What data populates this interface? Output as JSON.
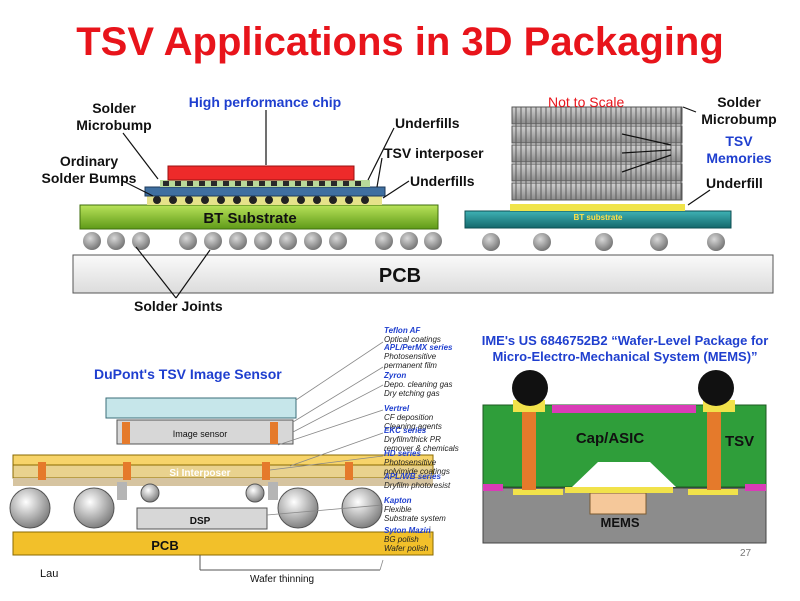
{
  "title": "TSV Applications in 3D Packaging",
  "top_left": {
    "chip_label": "High performance chip",
    "solder_microbump": "Solder\nMicrobump",
    "ordinary_bumps": "Ordinary\nSolder Bumps",
    "underfills_1": "Underfills",
    "tsv_interposer": "TSV interposer",
    "underfills_2": "Underfills",
    "bt_substrate": "BT Substrate",
    "pcb": "PCB",
    "solder_joints": "Solder Joints"
  },
  "top_right": {
    "not_to_scale": "Not to Scale",
    "solder_microbump": "Solder\nMicrobump",
    "tsv_memories": "TSV\nMemories",
    "underfill": "Underfill",
    "bt_substrate": "BT substrate"
  },
  "bottom_left": {
    "title": "DuPont's TSV Image Sensor",
    "image_sensor": "Image sensor",
    "si_interposer": "Si Interposer",
    "dsp": "DSP",
    "pcb": "PCB",
    "author": "Lau",
    "wafer_thinning": "Wafer thinning",
    "materials": [
      {
        "name": "Teflon AF",
        "desc": "Optical coatings"
      },
      {
        "name": "APL/PerMX series",
        "desc": "Photosensitive\npermanent film"
      },
      {
        "name": "Zyron",
        "desc": "Depo. cleaning gas\nDry etching gas"
      },
      {
        "name": "Vertrel",
        "desc": "CF deposition\nCleaning agents"
      },
      {
        "name": "EKC series",
        "desc": "Dryfilm/thick PR\nremover & chemicals"
      },
      {
        "name": "HD series",
        "desc": "Photosensitive\npolyimide coatings"
      },
      {
        "name": "APL/WB series",
        "desc": "Dryfilm photoresist"
      },
      {
        "name": "Kapton",
        "desc": "Flexible\nSubstrate system"
      },
      {
        "name": "Syton Mazin",
        "desc": "BG polish\nWafer polish"
      }
    ]
  },
  "bottom_right": {
    "title": "IME's US 6846752B2 “Wafer-Level Package for\nMicro-Electro-Mechanical System (MEMS)”",
    "cap_asic": "Cap/ASIC",
    "tsv": "TSV",
    "mems": "MEMS"
  },
  "slide_number": "27",
  "colors": {
    "title": "#e8141b",
    "label_blue": "#1f3fcf",
    "bt_substrate": "#84c227",
    "tsv_green": "#2f9e3a",
    "pcb_top": "#f1f1f1",
    "ball_gray": "#9a9a9a",
    "chip_red": "#ee2a2a",
    "teal": "#1f8a8f"
  }
}
